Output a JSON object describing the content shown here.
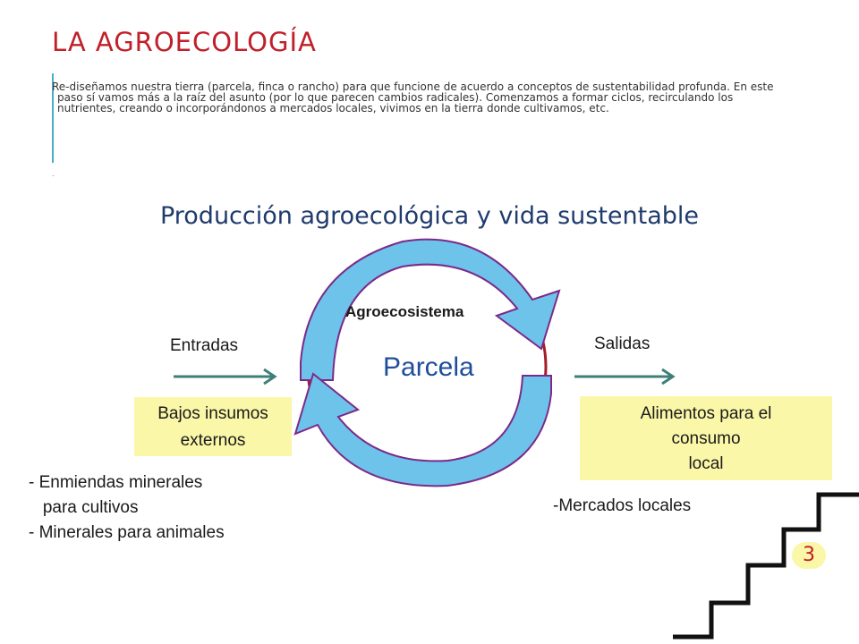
{
  "header": {
    "title": "LA AGROECOLOGÍA",
    "paragraph_lines": [
      "Re-diseñamos nuestra tierra (parcela, finca o rancho) para que funcione de acuerdo a conceptos de sustentabilidad profunda. En este",
      "paso sí vamos más a la raíz del asunto (por lo que parecen cambios radicales). Comenzamos a formar ciclos, recirculando los",
      "nutrientes, creando o incorporándonos a  mercados locales, vivimos en la tierra donde cultivamos, etc."
    ],
    "dot": "."
  },
  "diagram": {
    "title": "Producción agroecológica y vida sustentable",
    "cycle_label": "Agroecosistema",
    "center_label": "Parcela",
    "inputs": {
      "label": "Entradas",
      "box_lines": [
        "Bajos insumos",
        "externos"
      ],
      "list": [
        "- Enmiendas minerales",
        "   para cultivos",
        "- Minerales para animales"
      ]
    },
    "outputs": {
      "label": "Salidas",
      "box_lines": [
        "Alimentos para el",
        "consumo",
        "local"
      ],
      "list": [
        "-Mercados locales"
      ]
    }
  },
  "page_number": "3",
  "colors": {
    "title": "#c0202a",
    "diagram_title": "#1f3b6e",
    "circle": "#a51c2a",
    "arrow_fill": "#6dc3ea",
    "arrow_stroke": "#7b2a8a",
    "connector_arrow": "#3f7f7a",
    "box_fill": "#fbf7a8",
    "stairs": "#111111"
  }
}
